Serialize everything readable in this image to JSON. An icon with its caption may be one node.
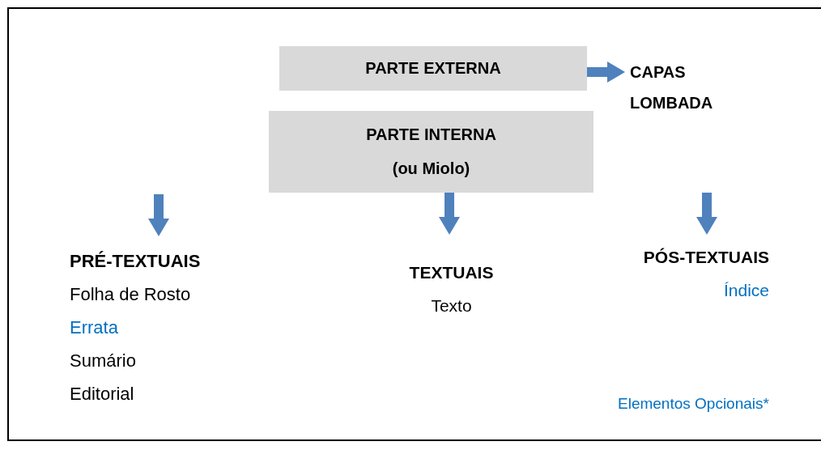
{
  "diagram": {
    "nodes": [
      {
        "text": [
          "PARTE EXTERNA"
        ]
      },
      {
        "text": [
          "CAPAS",
          "LOMBADA"
        ]
      },
      {
        "text": [
          "PARTE INTERNA (ou Miolo)"
        ]
      },
      {
        "text": [
          "PRÉ-TEXTUAIS",
          "Folha de Rosto",
          "Errata",
          "Sumário",
          "Editorial"
        ]
      },
      {
        "text": [
          "TEXTUAIS",
          "Texto"
        ]
      },
      {
        "text": [
          "PÓS-TEXTUAIS",
          "Índice"
        ]
      }
    ],
    "edges": [
      {
        "from": 0,
        "to": 1,
        "arrow": "to"
      },
      {
        "from": null,
        "to": 3,
        "arrow": "to"
      },
      {
        "from": 2,
        "to": 4,
        "arrow": "to"
      },
      {
        "from": null,
        "to": 5,
        "arrow": "to"
      }
    ],
    "labels": [
      "Elementos Opcionais*"
    ]
  }
}
